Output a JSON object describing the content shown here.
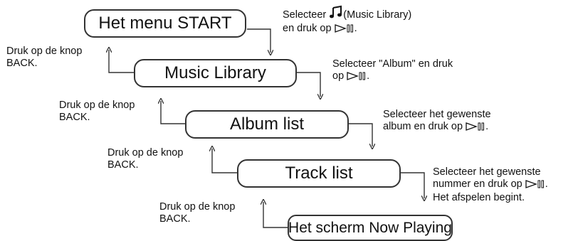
{
  "boxes": {
    "start": "Het menu START",
    "music_library": "Music Library",
    "album_list": "Album list",
    "track_list": "Track list",
    "now_playing": "Het scherm Now Playing"
  },
  "notes": {
    "n1_pre": "Selecteer",
    "n1_post": "(Music Library)",
    "n1_line2_pre": "en druk op",
    "n2_line1": "Selecteer \"Album\" en druk",
    "n2_line2_pre": "op",
    "n3_line1": "Selecteer het gewenste",
    "n3_line2_pre": "album en druk op",
    "n4_line1": "Selecteer het gewenste",
    "n4_line2_pre": "nummer en druk op",
    "n4_line3": "Het afspelen begint."
  },
  "back_notes": {
    "line1": "Druk op de knop",
    "line2": "BACK."
  },
  "icons": [
    "music-note-icon",
    "play-pause-icon"
  ]
}
